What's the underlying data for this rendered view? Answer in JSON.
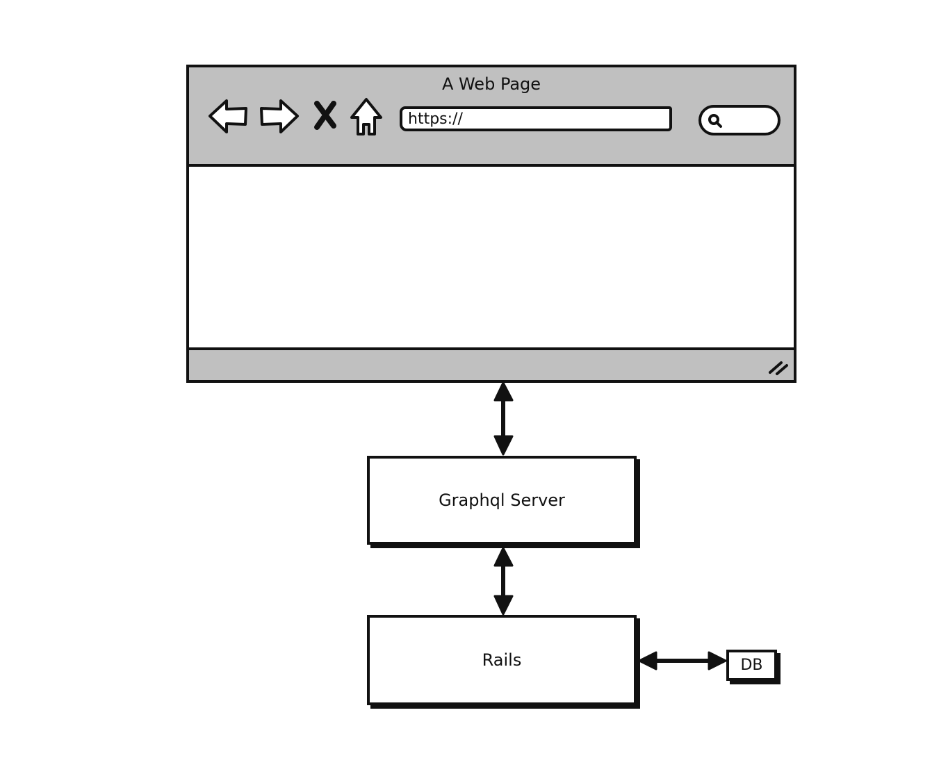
{
  "browser": {
    "title": "A Web Page",
    "url": "https://",
    "nav": [
      "back-arrow-icon",
      "forward-arrow-icon",
      "close-x-icon",
      "home-icon"
    ],
    "search_icon": "magnifier-icon",
    "status_icon": "resize-grip-icon"
  },
  "architecture": {
    "graphql": "Graphql Server",
    "rails": "Rails",
    "db": "DB"
  },
  "colors": {
    "chrome": "#c0c0c0",
    "stroke": "#111111",
    "background": "#ffffff"
  }
}
